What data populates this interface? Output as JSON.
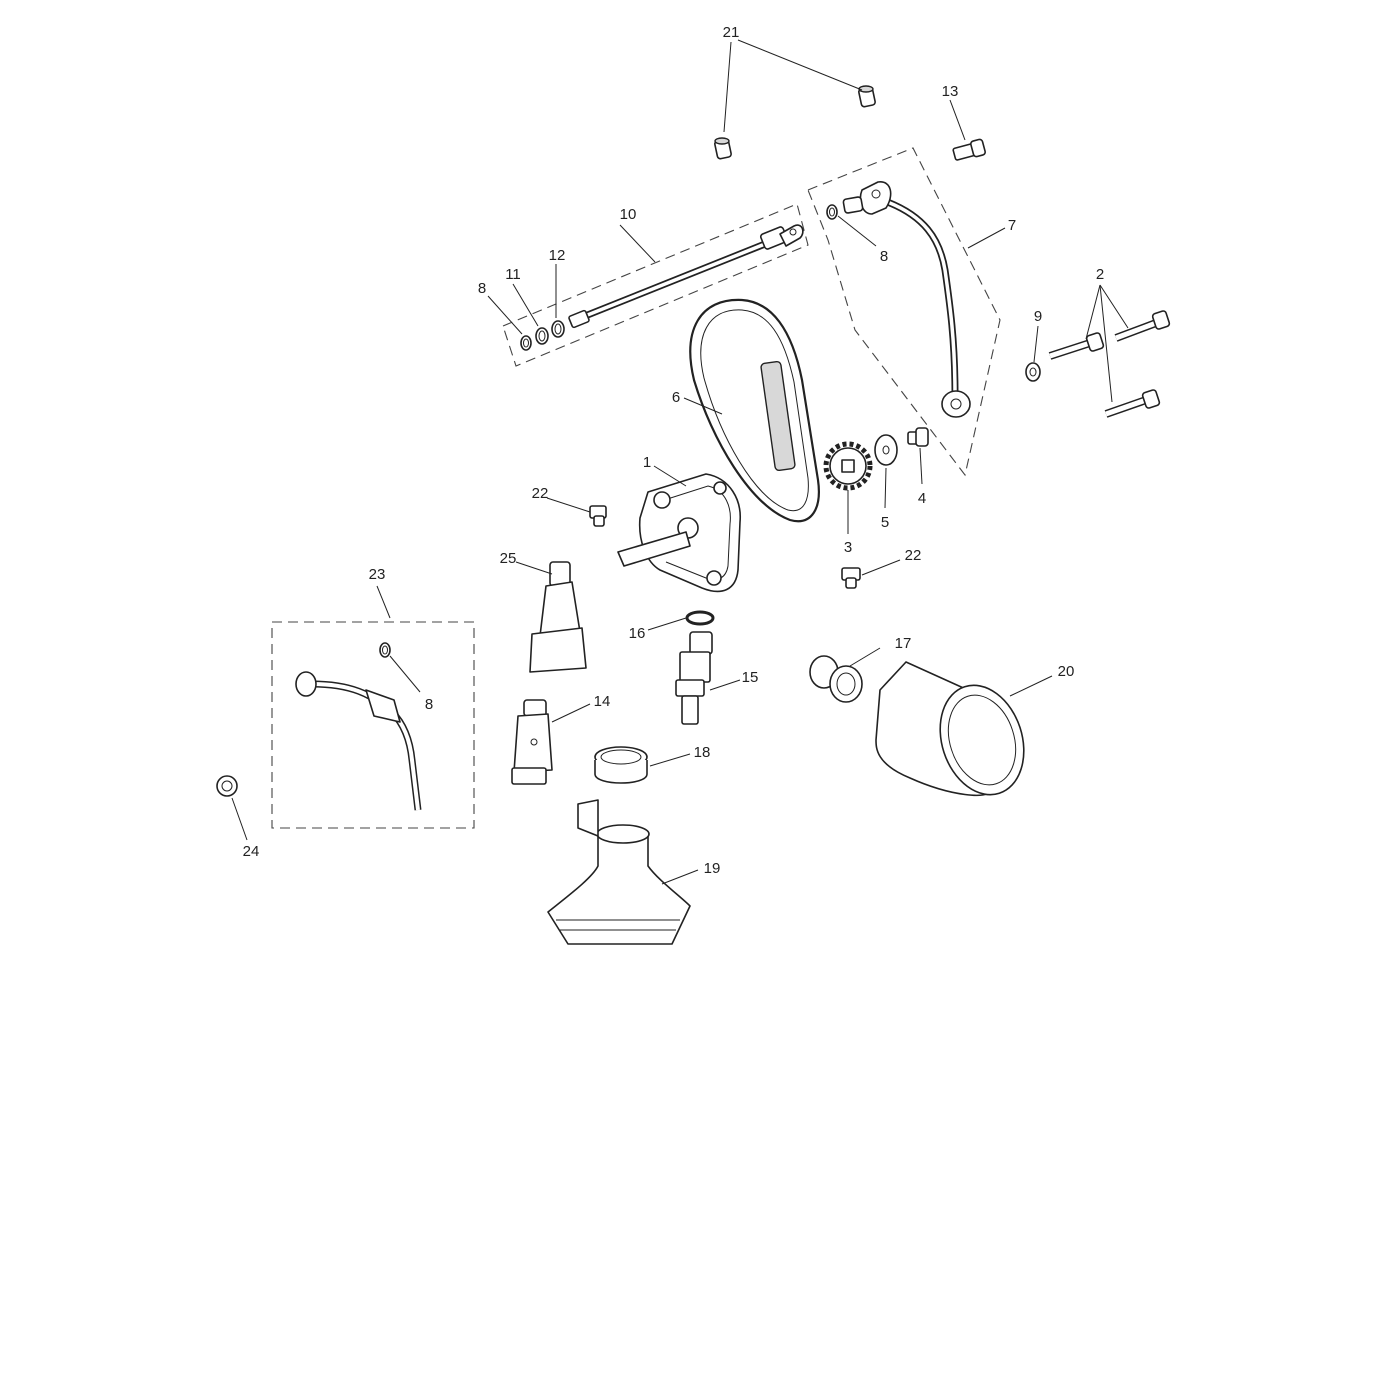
{
  "callouts": [
    "1",
    "2",
    "3",
    "4",
    "5",
    "6",
    "7",
    "8",
    "8",
    "8",
    "9",
    "10",
    "11",
    "12",
    "13",
    "14",
    "15",
    "16",
    "17",
    "18",
    "19",
    "20",
    "21",
    "22",
    "22",
    "23",
    "24",
    "25"
  ]
}
